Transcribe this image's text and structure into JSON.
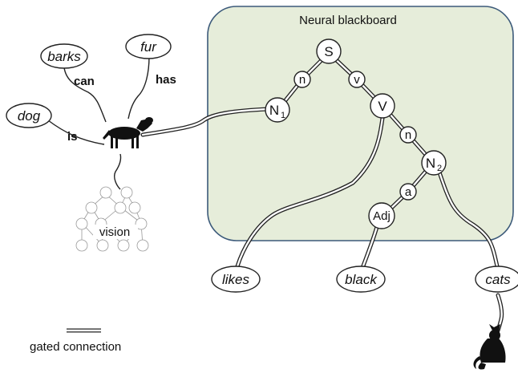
{
  "blackboard": {
    "title": "Neural blackboard"
  },
  "nodes": {
    "S": "S",
    "n1": "n",
    "v": "v",
    "N1_base": "N",
    "N1_sub": "1",
    "V": "V",
    "n2": "n",
    "N2_base": "N",
    "N2_sub": "2",
    "a": "a",
    "Adj": "Adj"
  },
  "concept_words": {
    "barks": "barks",
    "fur": "fur",
    "dog": "dog"
  },
  "relations": {
    "can": "can",
    "has": "has",
    "is": "is"
  },
  "vision_label": "vision",
  "word_nodes": {
    "likes": "likes",
    "black": "black",
    "cats": "cats"
  },
  "legend": {
    "label": "gated connection"
  },
  "colors": {
    "blackboard_fill": "#e6edda",
    "blackboard_stroke": "#3c5a7a",
    "line": "#222222"
  }
}
